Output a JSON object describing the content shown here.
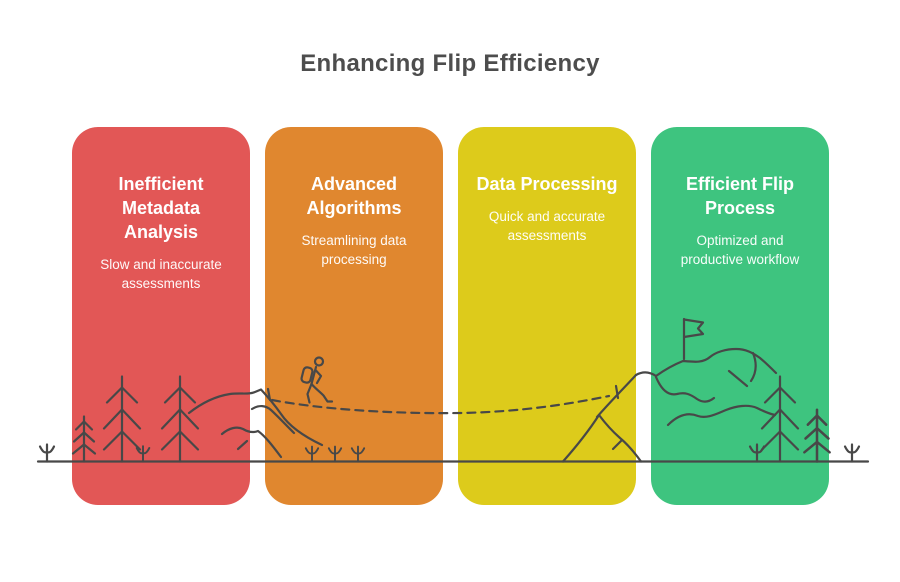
{
  "title": "Enhancing Flip Efficiency",
  "title_color": "#4d4d4d",
  "panels": [
    {
      "title": "Inefficient\nMetadata\nAnalysis",
      "subtitle": "Slow and inaccurate\nassessments",
      "color": "#E25756"
    },
    {
      "title": "Advanced\nAlgorithms",
      "subtitle": "Streamlining data\nprocessing",
      "color": "#E0872F"
    },
    {
      "title": "Data Processing",
      "subtitle": "Quick and accurate\nassessments",
      "color": "#DDCB1B"
    },
    {
      "title": "Efficient Flip\nProcess",
      "subtitle": "Optimized and\nproductive workflow",
      "color": "#3EC47F"
    }
  ],
  "illustration": {
    "stroke_color": "#484848",
    "scene": [
      "ground-line",
      "saplings",
      "pine-trees",
      "left-hill",
      "hiker-with-backpack",
      "dashed-trail",
      "mountain",
      "summit-flag",
      "ridge-lines"
    ]
  }
}
